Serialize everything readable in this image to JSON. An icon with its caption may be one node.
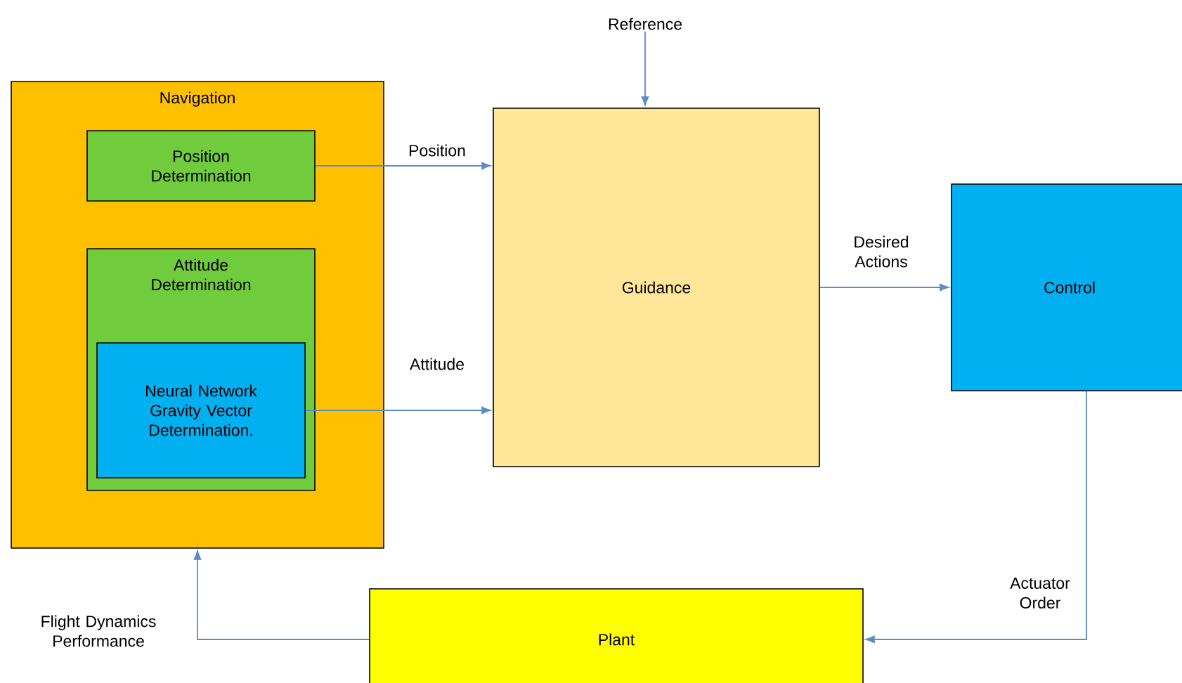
{
  "diagram": {
    "nodes": [
      {
        "text": [
          "Navigation"
        ]
      },
      {
        "text": [
          "Position Determination"
        ],
        "in": 0
      },
      {
        "text": [
          "Attitude Determination"
        ],
        "in": 0
      },
      {
        "text": [
          "Neural Network Gravity Vector Determination."
        ],
        "in": 2
      },
      {
        "text": [
          "Reference"
        ]
      },
      {
        "text": [
          "Guidance"
        ]
      },
      {
        "text": [
          "Control"
        ]
      },
      {
        "text": [
          "Plant"
        ]
      }
    ],
    "edges": [
      {
        "from": 1,
        "to": 5,
        "arrow": "to",
        "label": "Position"
      },
      {
        "from": 3,
        "to": 5,
        "arrow": "to",
        "label": "Attitude"
      },
      {
        "from": 4,
        "to": 5,
        "arrow": "to"
      },
      {
        "from": 5,
        "to": 6,
        "arrow": "to",
        "label": "Desired Actions"
      },
      {
        "from": 6,
        "to": 7,
        "arrow": "to",
        "label": "Actuator Order"
      },
      {
        "from": 7,
        "to": 0,
        "arrow": "to",
        "label": "Flight Dynamics Performance"
      }
    ]
  }
}
